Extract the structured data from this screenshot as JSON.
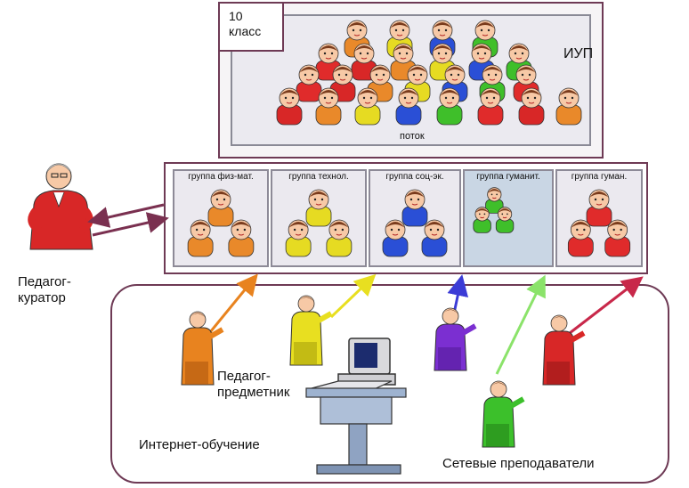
{
  "stream": {
    "class_label": "10 класс",
    "iup_label": "ИУП",
    "stream_label": "поток"
  },
  "groups": [
    {
      "label": "группа физ-мат.",
      "color": "#e9892a"
    },
    {
      "label": "группа технол.",
      "color": "#e6db22"
    },
    {
      "label": "группа соц-эк.",
      "color": "#2a4fd6"
    },
    {
      "label": "группа гуманит.",
      "color": "#3fbf2a"
    },
    {
      "label": "группа гуман.",
      "color": "#e02b2b"
    }
  ],
  "curator": {
    "label_line1": "Педагог-",
    "label_line2": "куратор",
    "color": "#d82727"
  },
  "subject_teacher": {
    "label_line1": "Педагог-",
    "label_line2": "предметник"
  },
  "internet_label": "Интернет-обучение",
  "network_label": "Сетевые преподаватели",
  "teacher_colors": [
    "#e8831f",
    "#e8df20",
    "#7b2fd1",
    "#3cc02b",
    "#d82727"
  ],
  "colors": {
    "frame": "#6e3a55",
    "arrow": "#7a3050"
  }
}
